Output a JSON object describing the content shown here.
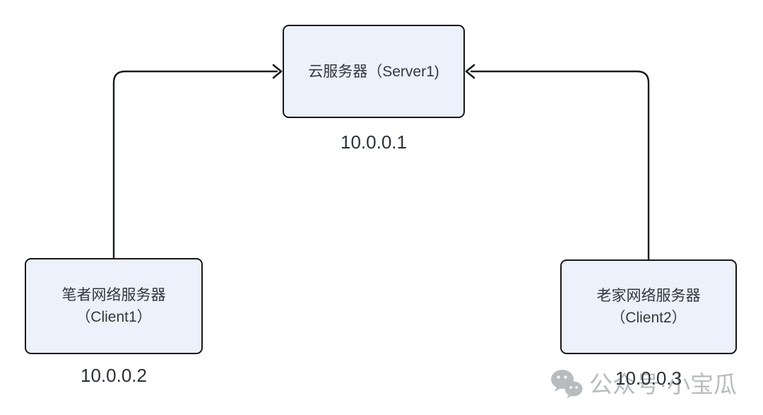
{
  "diagram": {
    "title": "network-topology",
    "nodes": {
      "server": {
        "label": "云服务器（Server1)",
        "ip": "10.0.0.1"
      },
      "client1": {
        "label_line1": "笔者网络服务器",
        "label_line2": "（Client1）",
        "ip": "10.0.0.2"
      },
      "client2": {
        "label_line1": "老家网络服务器",
        "label_line2": "（Client2）",
        "ip": "10.0.0.3"
      }
    },
    "edges": [
      {
        "from": "client1",
        "to": "server",
        "arrow": "into-left-side"
      },
      {
        "from": "client2",
        "to": "server",
        "arrow": "into-right-side"
      }
    ],
    "colors": {
      "background": "#ffffff",
      "node_fill": "#edf1fb",
      "node_border": "#16181d",
      "edge_line": "#1a1c20",
      "node_text": "#32383f",
      "ip_text": "#2b3138",
      "watermark": "#b9bcbe"
    }
  },
  "watermark": {
    "icon": "wechat-icon",
    "text": "公众号·小宝瓜"
  }
}
